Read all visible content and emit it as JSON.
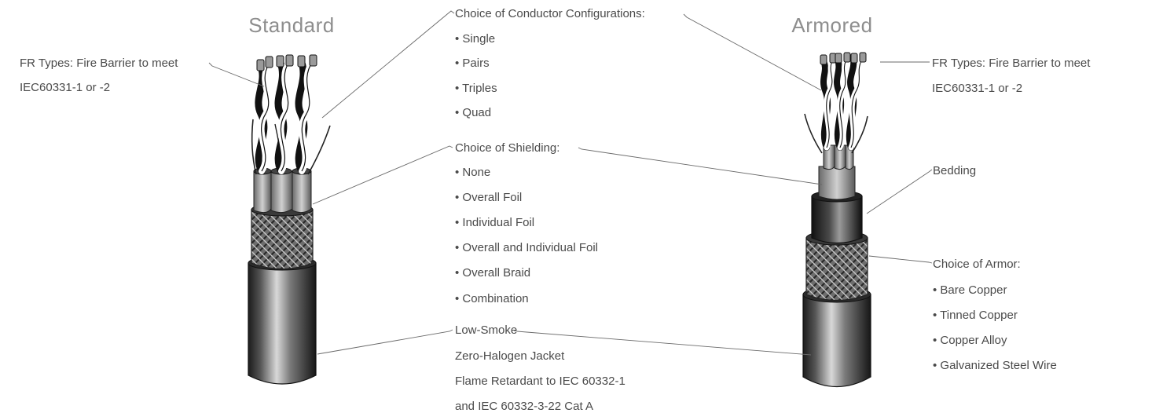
{
  "diagram": {
    "titles": {
      "standard": "Standard",
      "armored": "Armored"
    },
    "standard": {
      "fr_types": {
        "line1": "FR Types: Fire Barrier to meet",
        "line2": "IEC60331-1 or -2"
      },
      "conductors": {
        "heading": "Choice of Conductor Configurations:",
        "items": [
          "• Single",
          "• Pairs",
          "• Triples",
          "• Quad"
        ]
      },
      "shielding": {
        "heading": "Choice of Shielding:",
        "items": [
          "• None",
          "• Overall Foil",
          "• Individual Foil",
          "• Overall and Individual Foil",
          "• Overall Braid",
          "• Combination"
        ]
      },
      "jacket": {
        "lines": [
          "Low-Smoke",
          "Zero-Halogen Jacket",
          "Flame Retardant to IEC 60332-1",
          "and IEC 60332-3-22 Cat A"
        ]
      }
    },
    "armored": {
      "fr_types": {
        "line1": "FR Types: Fire Barrier to meet",
        "line2": "IEC60331-1 or -2"
      },
      "bedding": "Bedding",
      "armor": {
        "heading": "Choice of Armor:",
        "items": [
          "• Bare Copper",
          "• Tinned Copper",
          "• Copper Alloy",
          "• Galvanized Steel Wire"
        ]
      }
    }
  }
}
